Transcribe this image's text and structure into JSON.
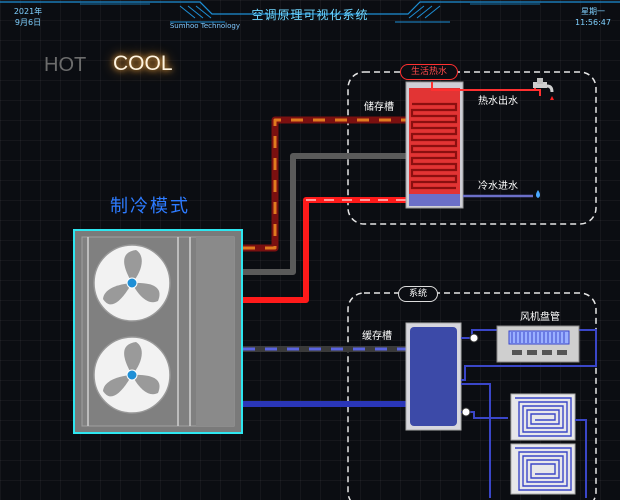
{
  "header": {
    "year": "2021年",
    "date": "9月6日",
    "title": "空调原理可视化系统",
    "subtitle": "Sumhoo Technology",
    "weekday": "星期一",
    "time": "11:56:47"
  },
  "mode_toggle": {
    "hot_label": "HOT",
    "cool_label": "COOL",
    "active": "COOL"
  },
  "mode_label": "制冷模式",
  "domestic_hot_water": {
    "panel_title": "生活热水",
    "tank_label": "储存槽",
    "hot_out_label": "热水出水",
    "cold_in_label": "冷水进水"
  },
  "system": {
    "panel_title": "系统",
    "buffer_tank_label": "缓存槽",
    "fan_coil_label": "风机盘管"
  },
  "colors": {
    "hot_pipe": "#ff1a1a",
    "warm_pipe": "#e07a1f",
    "gray_pipe": "#5a5a5a",
    "cool_pipe": "#3a46c8",
    "accent_cyan": "#2ee6f0",
    "brand_blue": "#2d7bff"
  }
}
